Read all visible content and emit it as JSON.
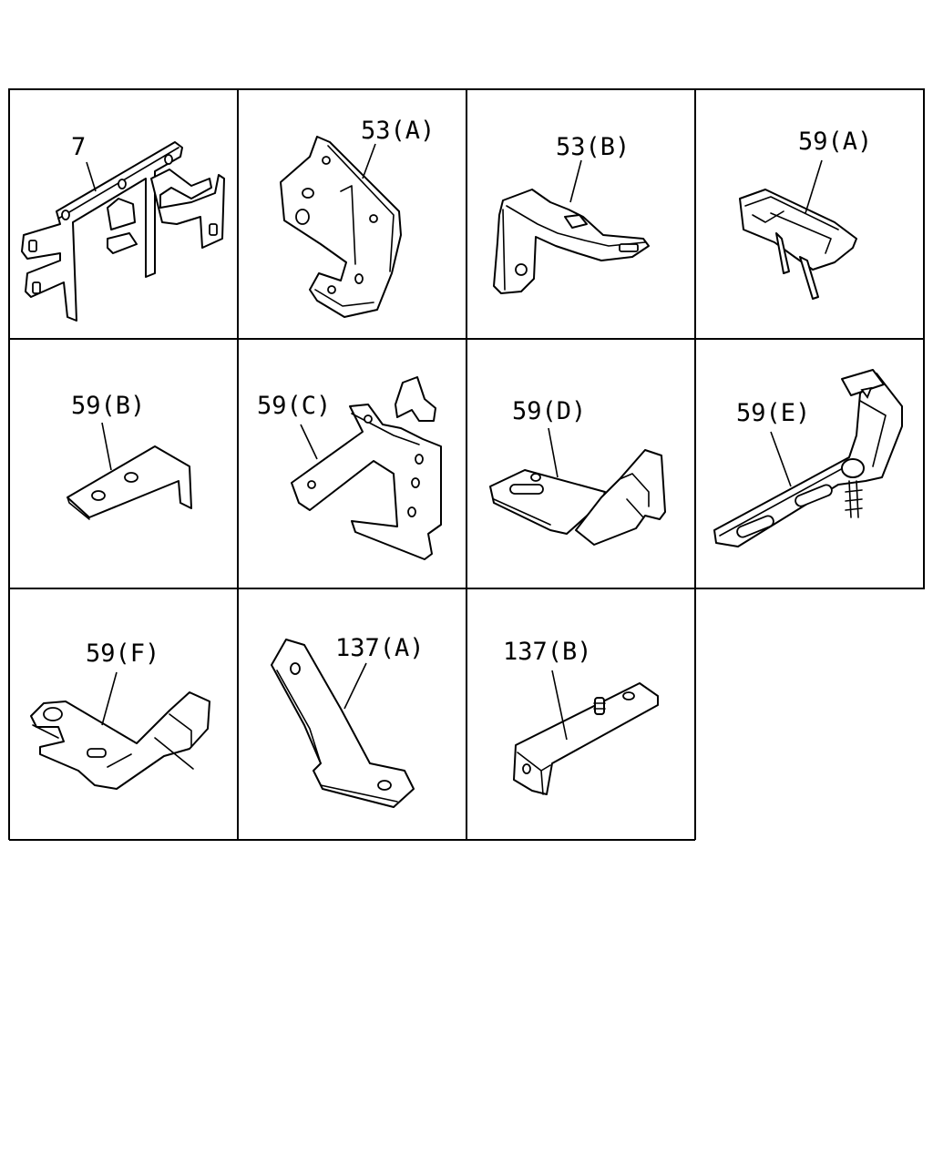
{
  "colors": {
    "line": "#000000",
    "background": "#ffffff"
  },
  "parts": [
    {
      "label": "7"
    },
    {
      "label": "53(A)"
    },
    {
      "label": "53(B)"
    },
    {
      "label": "59(A)"
    },
    {
      "label": "59(B)"
    },
    {
      "label": "59(C)"
    },
    {
      "label": "59(D)"
    },
    {
      "label": "59(E)"
    },
    {
      "label": "59(F)"
    },
    {
      "label": "137(A)"
    },
    {
      "label": "137(B)"
    }
  ]
}
